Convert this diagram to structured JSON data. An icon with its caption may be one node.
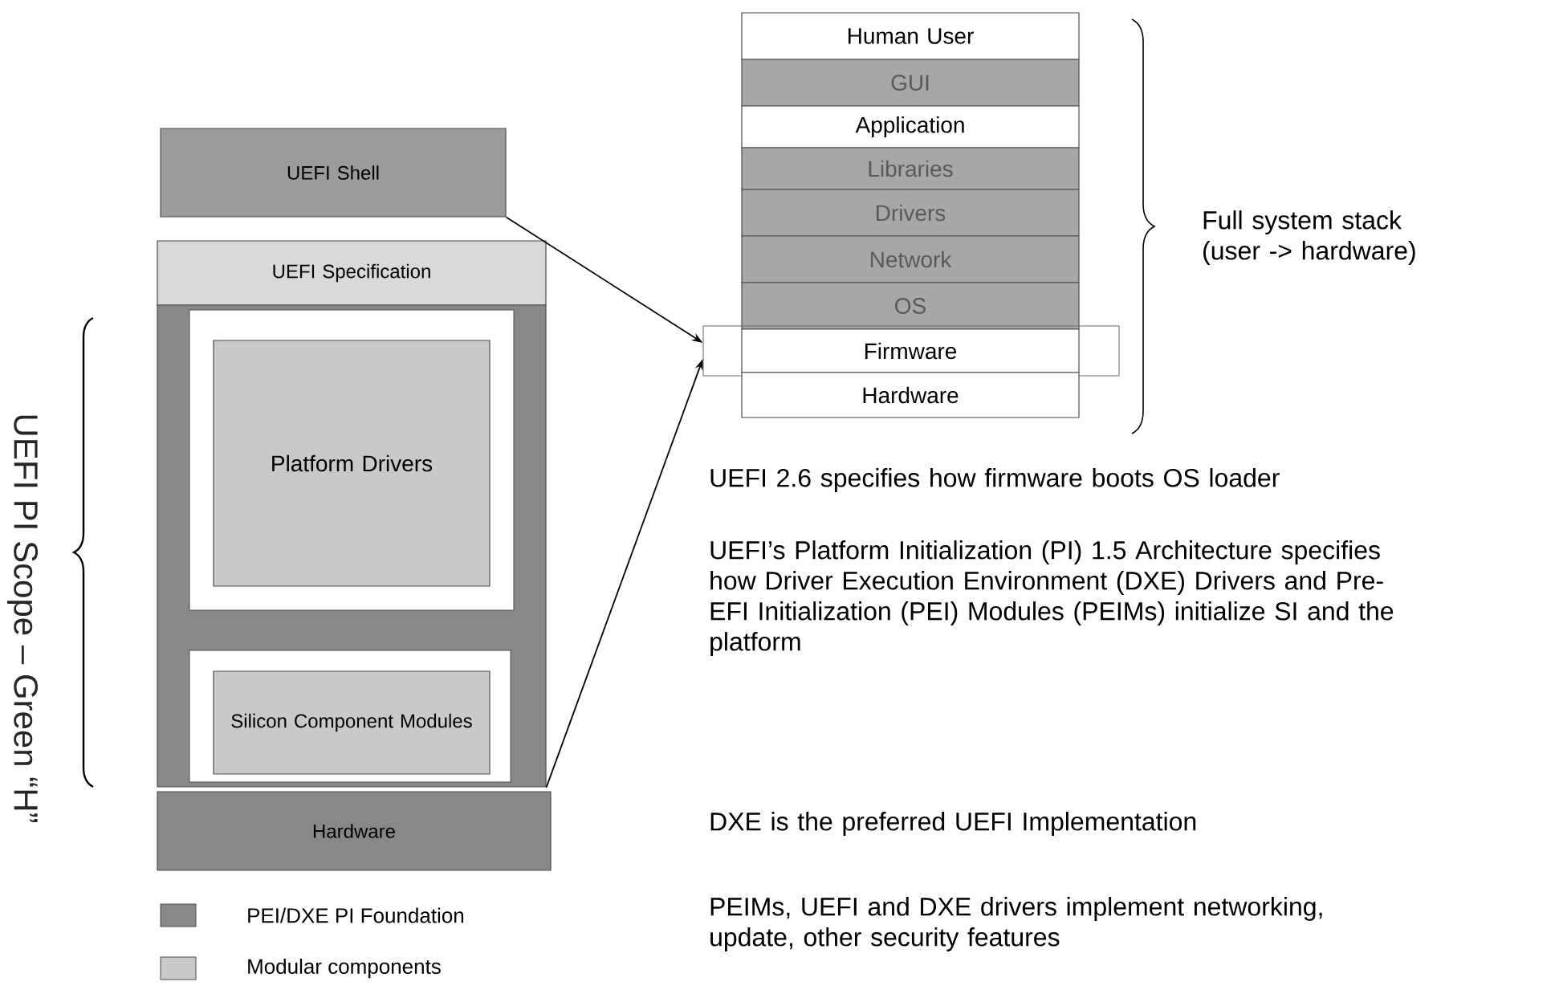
{
  "diagram": {
    "nodes": [
      {
        "text": [
          "UEFI Shell"
        ]
      },
      {
        "text": [
          "UEFI Specification"
        ]
      },
      {
        "text": [],
        "shape": "box"
      },
      {
        "text": [
          "Platform Drivers"
        ],
        "in": 2
      },
      {
        "text": [
          "Silicon Component Modules"
        ],
        "in": 2
      },
      {
        "text": [
          "Hardware"
        ]
      },
      {
        "text": [
          "Human User"
        ]
      },
      {
        "text": [
          "GUI"
        ]
      },
      {
        "text": [
          "Application"
        ]
      },
      {
        "text": [
          "Libraries"
        ]
      },
      {
        "text": [
          "Drivers"
        ]
      },
      {
        "text": [
          "Network"
        ]
      },
      {
        "text": [
          "OS"
        ]
      },
      {
        "text": [],
        "shape": "box"
      },
      {
        "text": [
          "Firmware"
        ],
        "in": 13
      },
      {
        "text": [
          "Hardware"
        ]
      }
    ],
    "edges": [
      {
        "from": 0,
        "to": 13,
        "arrow": "to"
      },
      {
        "from": 2,
        "to": 13,
        "arrow": "to"
      }
    ],
    "labels": [
      "UEFI PI Scope – Green “H”",
      "Full system stack (user -> hardware)",
      "UEFI 2.6 specifies how firmware boots OS loader",
      "UEFI’s Platform Initialization (PI) 1.5 Architecture specifies how Driver Execution Environment (DXE) Drivers and Pre-EFI Initialization (PEI) Modules (PEIMs) initialize SI and the platform",
      "DXE is the preferred UEFI Implementation",
      "PEIMs, UEFI and DXE drivers implement networking, update, other security features"
    ],
    "legend": [
      {
        "text": "PEI/DXE PI Foundation",
        "color": "#88888a"
      },
      {
        "text": "Modular components",
        "color": "#c9c9cb"
      }
    ]
  }
}
